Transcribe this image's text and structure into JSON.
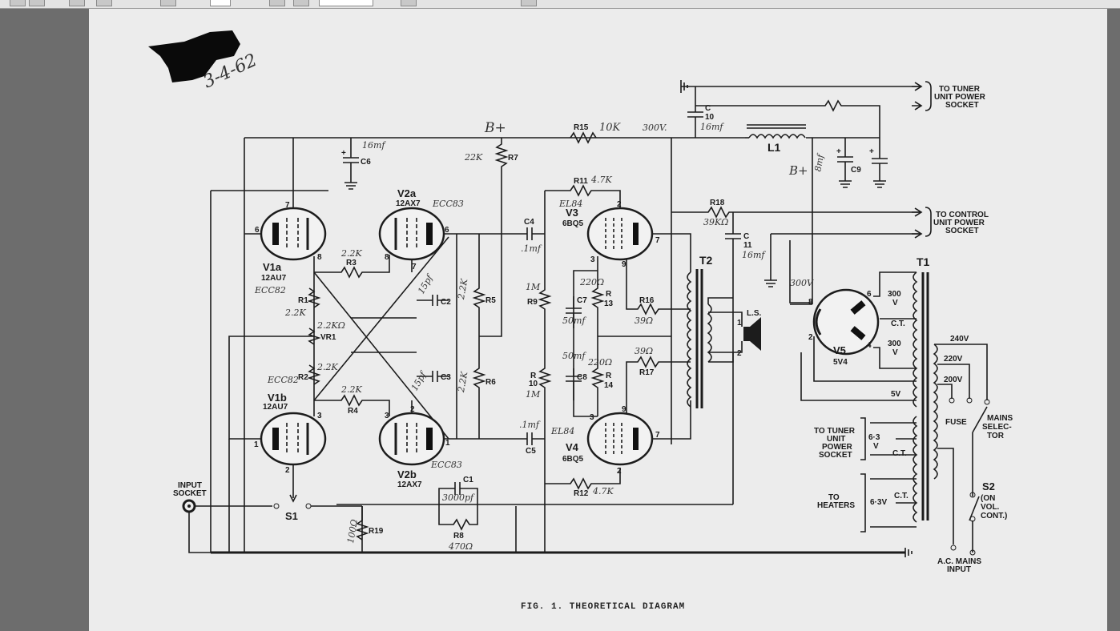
{
  "handwritten_date": "3-4-62",
  "caption": "FIG. 1. THEORETICAL DIAGRAM",
  "tubes": {
    "v1a": {
      "name": "V1a",
      "type": "12AU7",
      "note": "ECC82"
    },
    "v1b": {
      "name": "V1b",
      "type": "12AU7",
      "note": "ECC82"
    },
    "v2a": {
      "name": "V2a",
      "type": "12AX7",
      "note": "ECC83"
    },
    "v2b": {
      "name": "V2b",
      "type": "12AX7",
      "note": "ECC83"
    },
    "v3": {
      "name": "V3",
      "type": "6BQ5",
      "note": "EL84"
    },
    "v4": {
      "name": "V4",
      "type": "6BQ5",
      "note": "EL84"
    },
    "v5": {
      "name": "V5",
      "type": "5V4"
    }
  },
  "resistors": {
    "r1": "R1",
    "r2": "R2",
    "r3": "R3",
    "r4": "R4",
    "r5": "R5",
    "r6": "R6",
    "r7": "R7",
    "r8": "R8",
    "r9": "R9",
    "r10": "R\n10",
    "r11": "R11",
    "r12": "R12",
    "r13": "R\n13",
    "r14": "R\n14",
    "r15": "R15",
    "r16": "R16",
    "r17": "R17",
    "r18": "R18",
    "r19": "R19",
    "vr1": "VR1"
  },
  "capacitors": {
    "c1": "C1",
    "c2": "C2",
    "c3": "C3",
    "c4": "C4",
    "c5": "C5",
    "c6": "C6",
    "c7": "C7",
    "c8": "C8",
    "c9": "C9",
    "c10": "C\n10",
    "c11": "C\n11"
  },
  "values_handwritten": {
    "r15": "10K",
    "r7": "22K",
    "r3": "2.2K",
    "r4": "2.2K",
    "r11": "4.7K",
    "r12": "4.7K",
    "r16": "39Ω",
    "r17": "39Ω",
    "r18": "39KΩ",
    "r8": "470Ω",
    "r19": "100Ω",
    "c6": "16mf",
    "c10": "16mf",
    "c11": "16mf",
    "c1": "3000pf",
    "c4": ".1mf",
    "c5": ".1mf",
    "c2": "15pf",
    "c3": "15pf",
    "bplus": "B+",
    "bplus2": "B+",
    "v300a": "300V.",
    "v300b": "300V",
    "r1": "2.2K",
    "vr1": "2.2KΩ",
    "r2": "2.2K",
    "r9": "1M",
    "r10": "1M",
    "r5": "2.2K",
    "r6": "2.2K",
    "r13": "220Ω",
    "r14": "220Ω",
    "c7": "50mf",
    "c8": "50mf",
    "c9": "8mf"
  },
  "labels": {
    "tuner_power": "TO TUNER\nUNIT POWER\nSOCKET",
    "control_power": "TO CONTROL\nUNIT POWER\nSOCKET",
    "tuner_heater": "TO TUNER\nUNIT\nPOWER\nSOCKET",
    "heaters": "TO\nHEATERS",
    "input_socket": "INPUT\nSOCKET",
    "s1": "S1",
    "s2": "S2",
    "s2_note": "(ON\nVOL.\nCONT.)",
    "mains_input": "A.C. MAINS\nINPUT",
    "fuse": "FUSE",
    "mains_selector": "MAINS\nSELEC-\nTOR",
    "l1": "L1",
    "t1": "T1",
    "t2": "T2",
    "ls": "L.S.",
    "v240": "240V",
    "v220": "220V",
    "v200": "200V",
    "v5v": "5V",
    "v63a": "6·3\nV",
    "v63b": "6·3V",
    "v300top": "300\nV",
    "v300bot": "300\nV",
    "ct1": "C.T.",
    "ct2": "C.T.",
    "ct3": "C.T."
  }
}
